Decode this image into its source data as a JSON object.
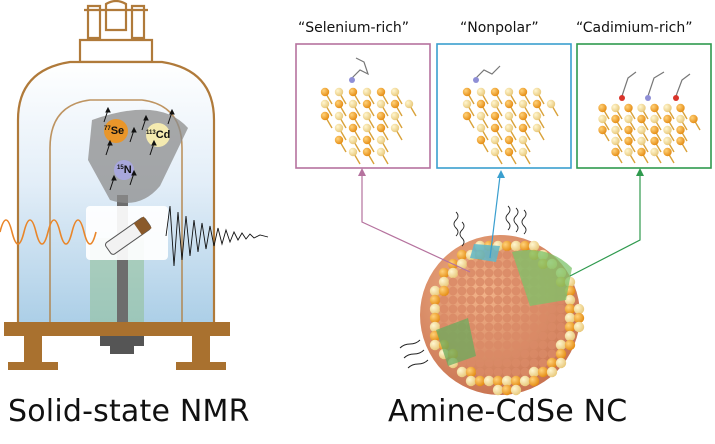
{
  "captions": {
    "left": "Solid-state NMR",
    "right": "Amine-CdSe NC"
  },
  "panels": [
    {
      "title": "“Selenium-rich”",
      "color": "#b5729e"
    },
    {
      "title": "“Nonpolar”",
      "color": "#3a9fcf"
    },
    {
      "title": "“Cadimium-rich”",
      "color": "#2f9a4e"
    }
  ],
  "nuclei": [
    {
      "mass": "77",
      "symbol": "Se",
      "color": "#e9962a"
    },
    {
      "mass": "113",
      "symbol": "Cd",
      "color": "#f4eab0"
    },
    {
      "mass": "15",
      "symbol": "N",
      "color": "#a8a7dc"
    }
  ],
  "colors": {
    "magnet_outline": "#b07a3a",
    "stand": "#a9712f",
    "se_atom": "#f0a020",
    "cd_atom": "#f6d98c",
    "nanocrystal_core": "#d98a66"
  }
}
